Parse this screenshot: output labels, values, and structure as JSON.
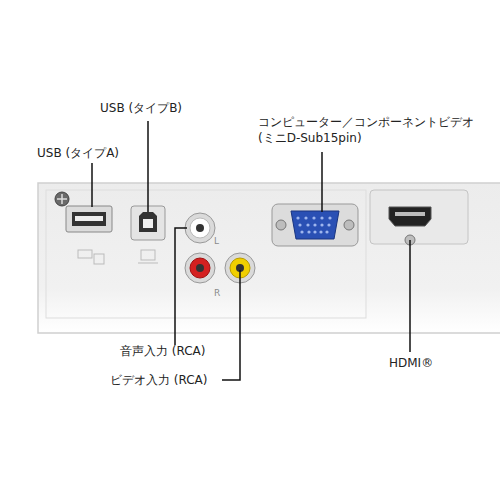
{
  "diagram": {
    "labels": [
      "USB (タイプB)",
      "コンピューター／コンポーネントビデオ (ミニD-Sub15pin)",
      "USB (タイプA)",
      "L",
      "R",
      "音声入力 (RCA)",
      "ビデオ入力 (RCA)",
      "HDMI®"
    ]
  }
}
